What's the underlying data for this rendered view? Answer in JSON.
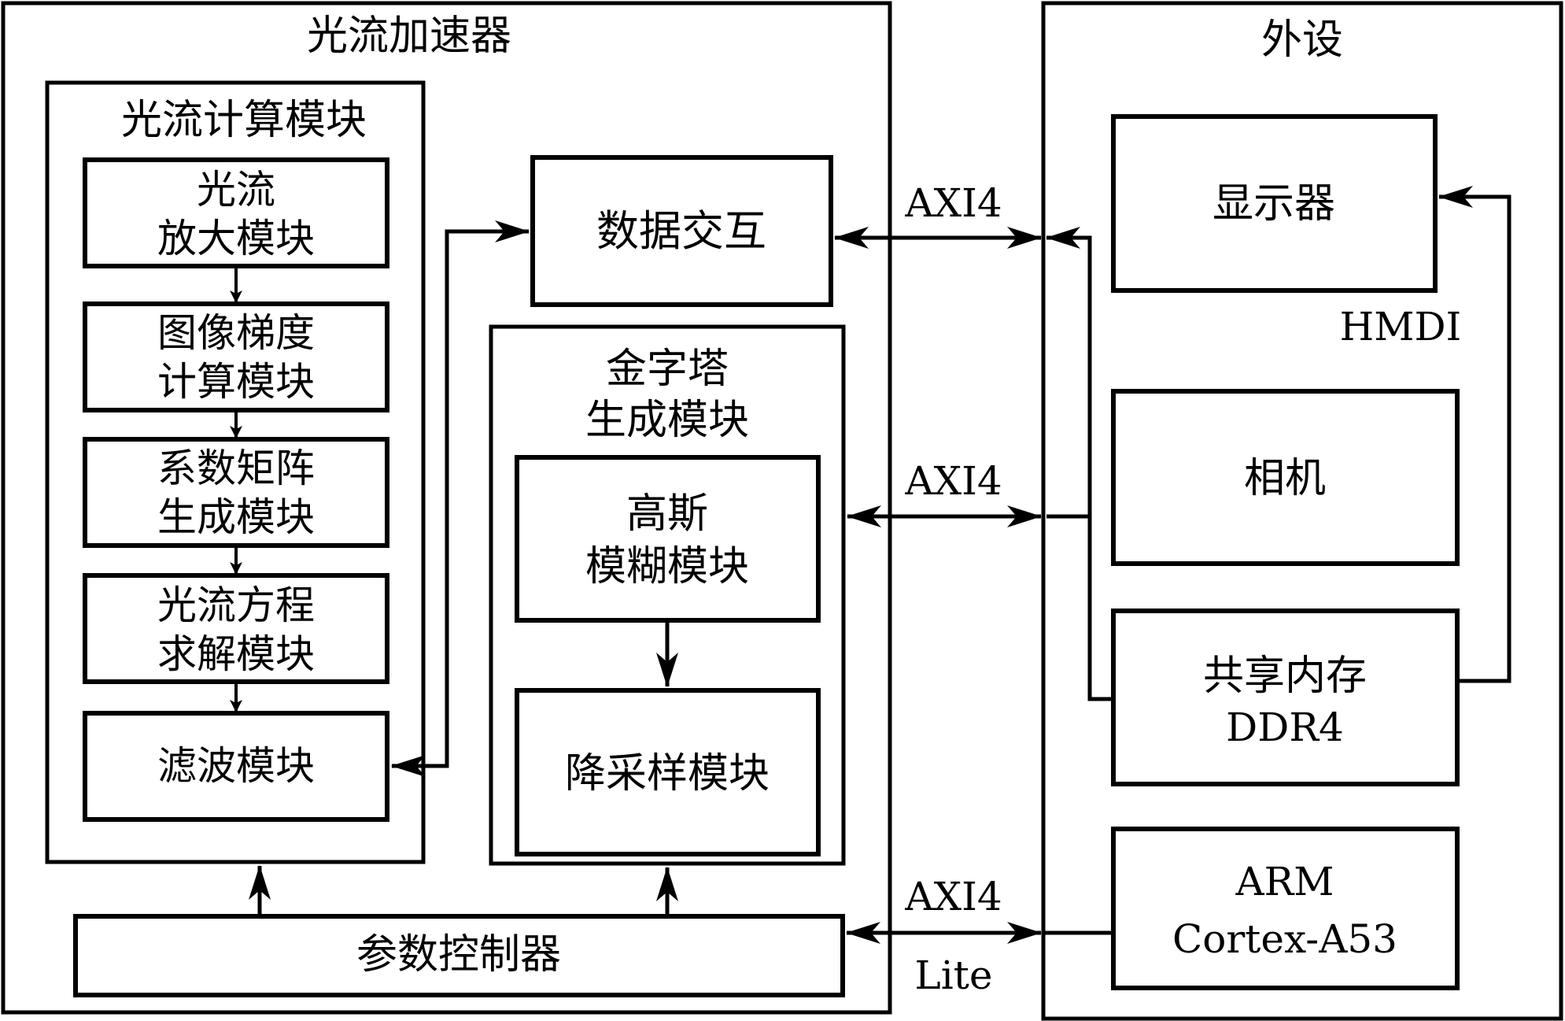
{
  "accelerator": {
    "title": "光流加速器",
    "optical_flow_module": {
      "title": "光流计算模块",
      "submodules": [
        {
          "lines": [
            "光流",
            "放大模块"
          ]
        },
        {
          "lines": [
            "图像梯度",
            "计算模块"
          ]
        },
        {
          "lines": [
            "系数矩阵",
            "生成模块"
          ]
        },
        {
          "lines": [
            "光流方程",
            "求解模块"
          ]
        },
        {
          "lines": [
            "滤波模块"
          ]
        }
      ]
    },
    "data_exchange": "数据交互",
    "pyramid_module": {
      "title_lines": [
        "金字塔",
        "生成模块"
      ],
      "gaussian_blur": [
        "高斯",
        "模糊模块"
      ],
      "downsample": "降采样模块"
    },
    "param_controller": "参数控制器"
  },
  "peripherals": {
    "title": "外设",
    "display": "显示器",
    "camera": "相机",
    "shared_memory": [
      "共享内存",
      "DDR4"
    ],
    "arm": [
      "ARM",
      "Cortex-A53"
    ]
  },
  "bus_labels": {
    "axi4_top": "AXI4",
    "axi4_middle": "AXI4",
    "axi4_lite": [
      "AXI4",
      "Lite"
    ],
    "hdmi": "HMDI"
  }
}
